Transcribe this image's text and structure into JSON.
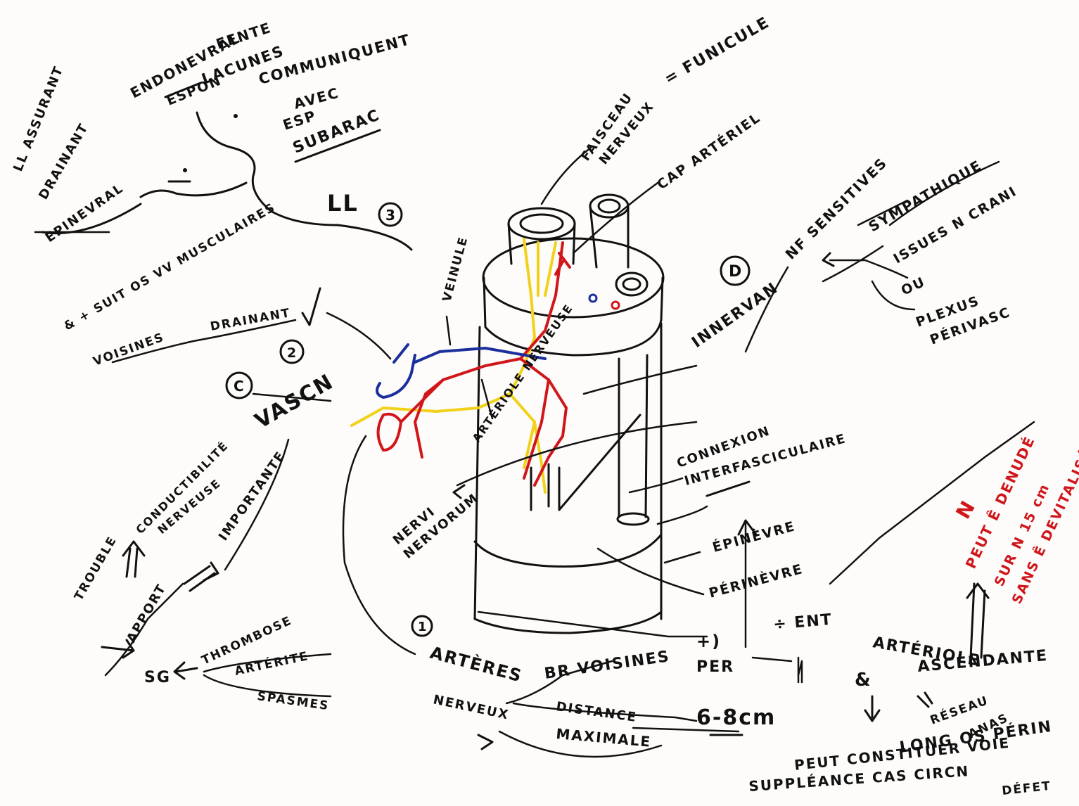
{
  "labels": {
    "endoneural_label": "ENDONEVRAL",
    "fente": "FENTE",
    "lacunes": "LACUNES",
    "struck_word": "ESPON",
    "communiquent": "COMMUNIQUENT",
    "avec": "AVEC",
    "esp": "ESP",
    "subarac": "SUBARAC",
    "ll_assurant": "LL ASSURANT",
    "drainant": "DRAINANT",
    "epinevral": "EPINEVRAL",
    "struck_epi": "EPINEVRAL",
    "ll": "LL",
    "num_3": "3",
    "faisceau": "FAISCEAU",
    "nerveux": "NERVEUX",
    "funicule_eq": "= FUNICULE",
    "cap_arteriel": "CAP ARTÉRIEL",
    "sympathique": "SYMPATHIQUE",
    "nf_sensitives": "NF SENSITIVES",
    "issues_n_crani": "ISSUES N CRANI",
    "ou": "OU",
    "plexus": "PLEXUS",
    "perivasc": "PÉRIVASC",
    "innervation": "INNERVAN",
    "circled_d": "D",
    "veinule": "VEINULE",
    "suivent_vv": "& + SUIT OS VV MUSCULAIRES",
    "voisines": "VOISINES",
    "drainant2": "DRAINANT",
    "num_2": "2",
    "circled_c": "C",
    "vascn": "VASCN",
    "arteriole_nerveuse": "ARTÉRIOLE NERVEUSE",
    "connexion": "CONNEXION",
    "interfasciculaire": "INTERFASCICULAIRE",
    "nervi": "NERVI",
    "nervorum": "NERVORUM",
    "trouble": "TROUBLE",
    "conductibilite": "CONDUCTIBILITÉ",
    "nerveuse": "NERVEUSE",
    "importante": "IMPORTANTE",
    "apport": "APPORT",
    "sg": "SG",
    "thrombose": "THROMBOSE",
    "arterite": "ARTÉRITE",
    "spasmes": "SPASMES",
    "epinevre": "ÉPINÈVRE",
    "perinevre": "PÉRINÈVRE",
    "plus_arrow": "+)",
    "per": "PER",
    "minus_ent": "÷ ENT",
    "num_1": "1",
    "arteres": "ARTÈRES",
    "nerveux2": "NERVEUX",
    "br_voisines": "BR VOISINES",
    "distance": "DISTANCE",
    "cm": "6-8cm",
    "maximale": "MAXIMALE",
    "arteriole": "ARTÉRIOLE",
    "ascendante": "ASCENDANTE",
    "amp": "&",
    "reseau": "RÉSEAU",
    "anas": "ANAS",
    "long_perin": "LONG OS PÉRIN",
    "peut_constituer": "PEUT CONSTITUER VOIE",
    "suppleance": "SUPPLÉANCE CAS CIRCN",
    "defet": "DÉFET",
    "n_red": "N",
    "peut_etre": "PEUT Ê DENUDÉ",
    "sur_n": "SUR N 15 cm",
    "sans_devasc": "SANS Ê DEVITALISÉ"
  },
  "colors": {
    "ink": "#111111",
    "nerve_yellow": "#f2d11a",
    "artery_red": "#d0161b",
    "vein_blue": "#1b2f9c",
    "paper": "#fdfcfa"
  }
}
